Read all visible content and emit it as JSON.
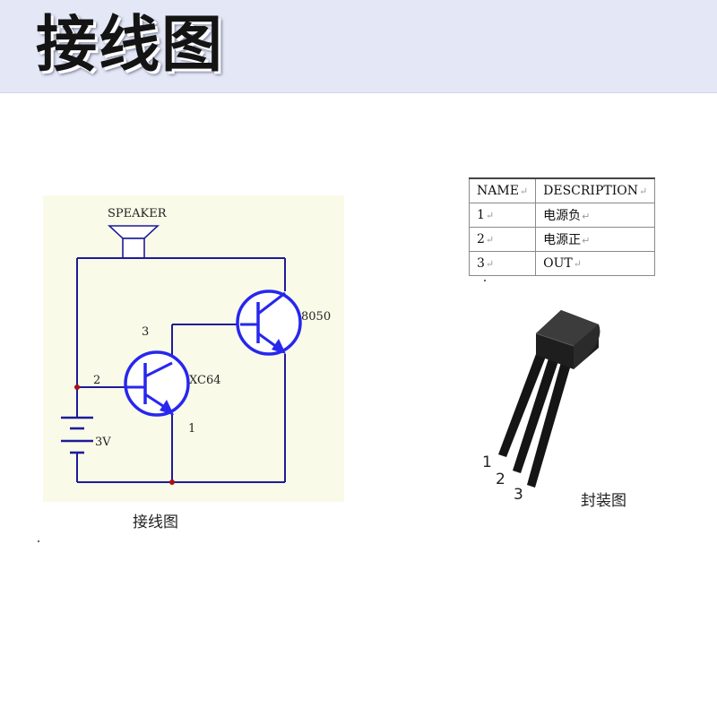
{
  "banner": {
    "title": "接线图"
  },
  "schematic": {
    "speaker_label": "SPEAKER",
    "q1_label": "XC64",
    "q2_label": "8050",
    "pin_1": "1",
    "pin_2": "2",
    "pin_3": "3",
    "battery_label": "3V",
    "caption": "接线图"
  },
  "pin_table": {
    "headers": [
      "NAME",
      "DESCRIPTION"
    ],
    "rows": [
      {
        "name": "1",
        "description": "电源负"
      },
      {
        "name": "2",
        "description": "电源正"
      },
      {
        "name": "3",
        "description": "OUT"
      }
    ],
    "mark": "↵"
  },
  "package": {
    "pin_1": "1",
    "pin_2": "2",
    "pin_3": "3",
    "caption": "封装图"
  },
  "colors": {
    "wire": "#1c1c99",
    "transistor": "#2727ee",
    "junction": "#aa1111",
    "schematic_bg": "#fafae8",
    "banner_bg": "#e4e7f6"
  }
}
